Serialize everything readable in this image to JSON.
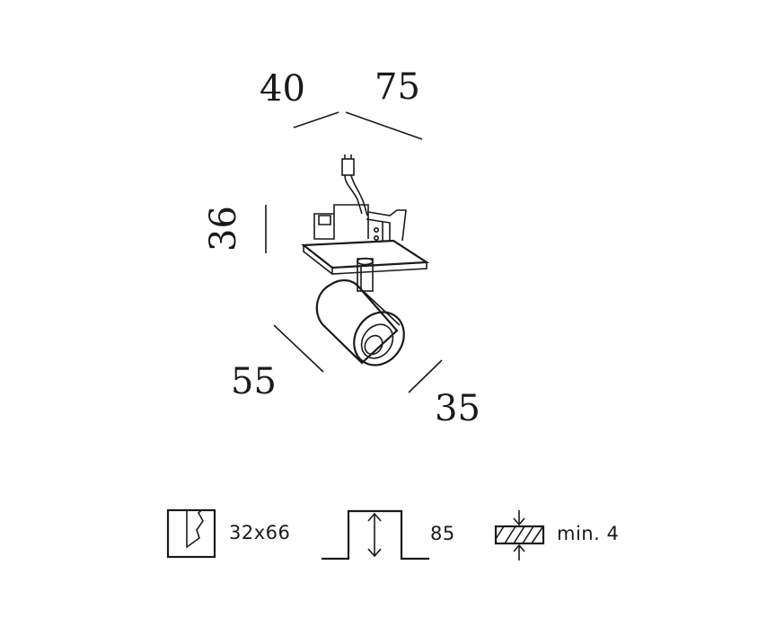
{
  "dimensions": {
    "width_a": "40",
    "width_b": "75",
    "height": "36",
    "depth_a": "55",
    "depth_b": "35"
  },
  "specs": {
    "cutout": "32x66",
    "recess_depth": "85",
    "ceiling_thickness": "min. 4"
  },
  "icons": {
    "cutout": "ceiling-cutout-icon",
    "recess": "recess-depth-icon",
    "thickness": "ceiling-thickness-icon"
  }
}
